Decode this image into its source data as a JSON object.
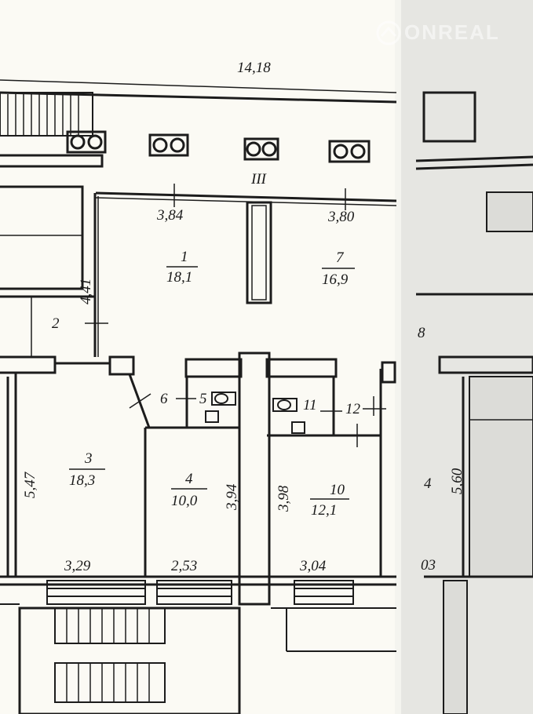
{
  "watermark": "ONREAL",
  "dimensions": {
    "total_width": "14,18",
    "room1_width": "3,84",
    "room7_width": "3,80",
    "room1_height": "4,41",
    "room3_height": "5,47",
    "room4_height": "3,94",
    "room10_height": "3,98",
    "room3_width": "3,29",
    "room4_width": "2,53",
    "room10_width": "3,04",
    "right_height": "5,60",
    "right_width_partial": "03"
  },
  "rooms": [
    {
      "number": "1",
      "area": "18,1"
    },
    {
      "number": "7",
      "area": "16,9"
    },
    {
      "number": "3",
      "area": "18,3"
    },
    {
      "number": "4",
      "area": "10,0"
    },
    {
      "number": "10",
      "area": "12,1"
    }
  ],
  "small_rooms": {
    "r2": "2",
    "r6": "6",
    "r5": "5",
    "r11": "11",
    "r12": "12",
    "r8_partial": "8",
    "r_right_partial": "4"
  },
  "corridor_label": "III",
  "colors": {
    "paper": "#fbfaf4",
    "right_sheet": "#e6e6e2",
    "ink": "#1c1c1c"
  }
}
